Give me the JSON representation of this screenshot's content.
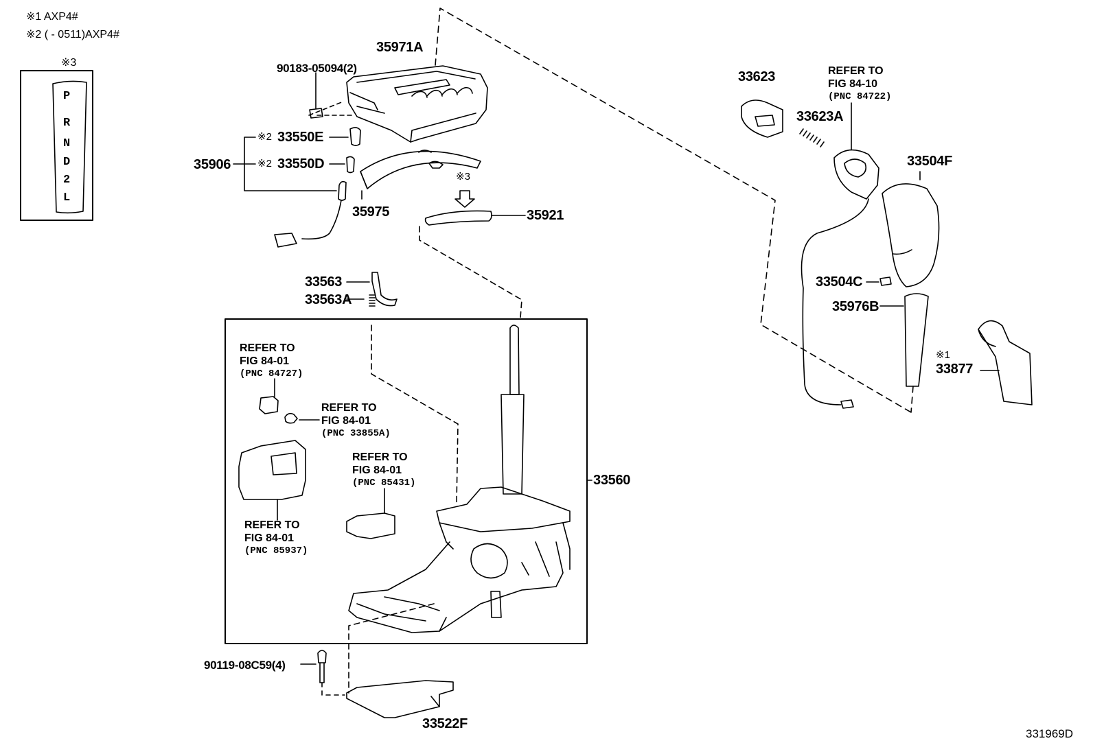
{
  "notes": {
    "note1": "※1 AXP4#",
    "note2": "※2 (     - 0511)AXP4#"
  },
  "inset": {
    "marker": "※3",
    "gears": [
      "P",
      "R",
      "N",
      "D",
      "2",
      "L"
    ]
  },
  "parts": {
    "p35971A": "35971A",
    "p90183": "90183-05094(2)",
    "p33550E": "33550E",
    "p33550D": "33550D",
    "p35906": "35906",
    "p35975": "35975",
    "p35921": "35921",
    "p33563": "33563",
    "p33563A": "33563A",
    "p33560": "33560",
    "p90119": "90119-08C59(4)",
    "p33522F": "33522F",
    "p33623": "33623",
    "p33623A": "33623A",
    "p33504F": "33504F",
    "p33504C": "33504C",
    "p35976B": "35976B",
    "p33877": "33877"
  },
  "markers": {
    "m2a": "※2",
    "m2b": "※2",
    "m3": "※3",
    "m1": "※1"
  },
  "refs": {
    "r1": {
      "line1": "REFER TO",
      "line2": "FIG 84-01",
      "line3": "(PNC 84727)"
    },
    "r2": {
      "line1": "REFER TO",
      "line2": "FIG 84-01",
      "line3": "(PNC 33855A)"
    },
    "r3": {
      "line1": "REFER TO",
      "line2": "FIG 84-01",
      "line3": "(PNC 85431)"
    },
    "r4": {
      "line1": "REFER TO",
      "line2": "FIG 84-01",
      "line3": "(PNC 85937)"
    },
    "r5": {
      "line1": "REFER TO",
      "line2": "FIG 84-10",
      "line3": "(PNC 84722)"
    }
  },
  "figure_id": "331969D"
}
